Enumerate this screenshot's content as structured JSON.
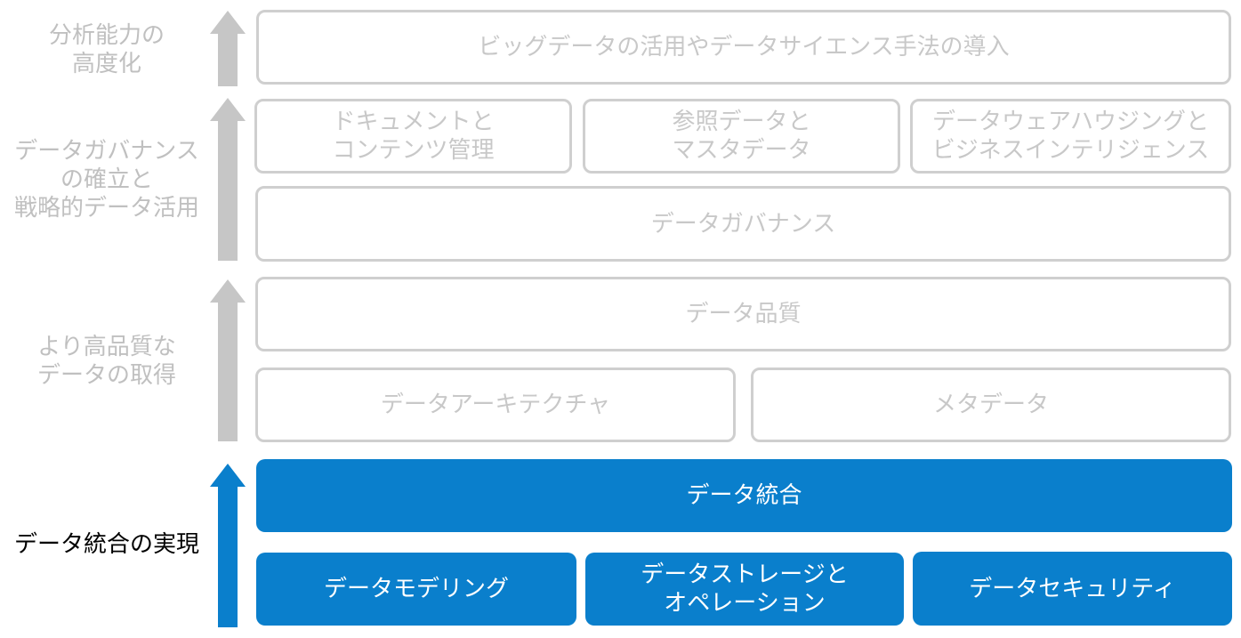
{
  "colors": {
    "inactive_text": "#c8c8c8",
    "inactive_border": "#cfcfcf",
    "inactive_arrow": "#c6c6c6",
    "active_fill": "#0a7fcc",
    "active_text": "#ffffff",
    "active_label": "#000000"
  },
  "levels": {
    "analytics": {
      "label": "分析能力の\n高度化",
      "top": {
        "text": "ビッグデータの活用やデータサイエンス手法の導入"
      }
    },
    "governance": {
      "label": "データガバナンス\nの確立と\n戦略的データ活用",
      "boxes": [
        {
          "text": "ドキュメントと\nコンテンツ管理"
        },
        {
          "text": "参照データと\nマスタデータ"
        },
        {
          "text": "データウェアハウジングと\nビジネスインテリジェンス"
        }
      ],
      "base": {
        "text": "データガバナンス"
      }
    },
    "quality": {
      "label": "より高品質な\nデータの取得",
      "top": {
        "text": "データ品質"
      },
      "boxes": [
        {
          "text": "データアーキテクチャ"
        },
        {
          "text": "メタデータ"
        }
      ]
    },
    "integration": {
      "label": "データ統合の実現",
      "top": {
        "text": "データ統合"
      },
      "boxes": [
        {
          "text": "データモデリング"
        },
        {
          "text": "データストレージと\nオペレーション"
        },
        {
          "text": "データセキュリティ"
        }
      ]
    }
  }
}
